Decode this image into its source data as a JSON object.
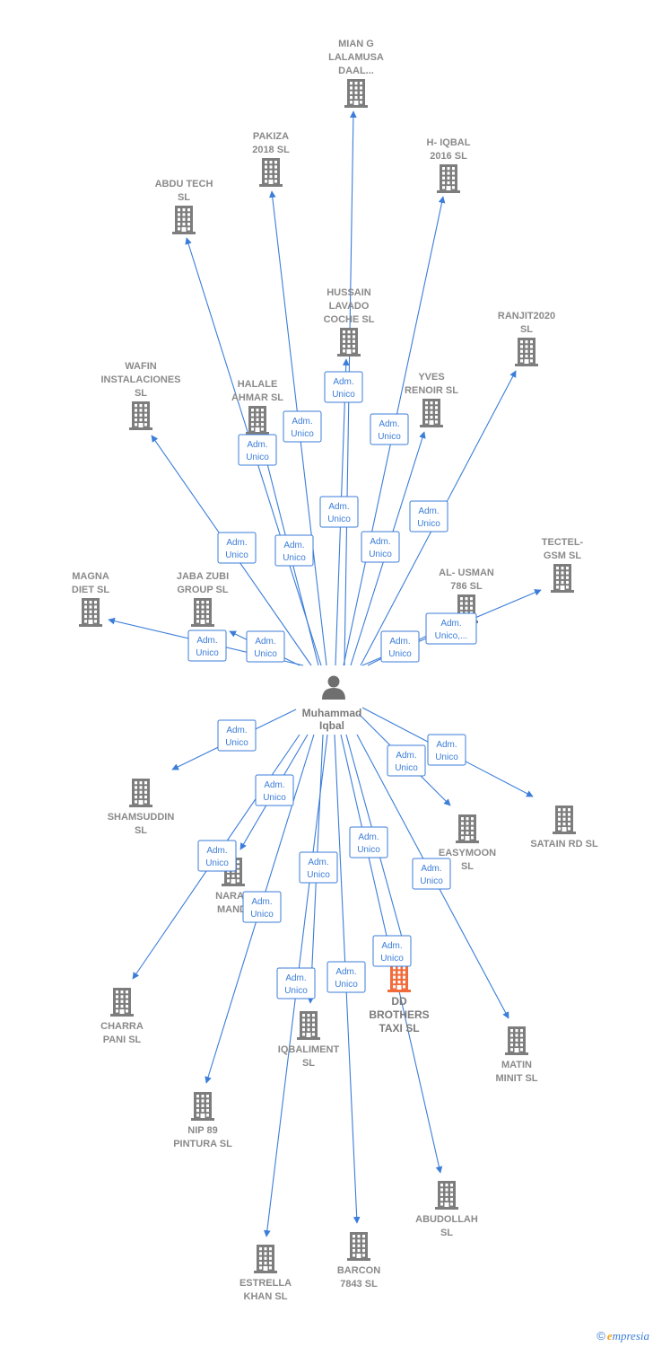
{
  "person": {
    "name_line1": "Muhammad",
    "name_line2": "Iqbal",
    "icon": "person-icon"
  },
  "edge_label": {
    "line1": "Adm.",
    "line2": "Unico"
  },
  "companies": [
    {
      "id": "mian",
      "lines": [
        "MIAN G",
        "LALAMUSA",
        "DAAL..."
      ],
      "icon": "building-icon",
      "highlight": false
    },
    {
      "id": "pakiza",
      "lines": [
        "PAKIZA",
        "2018  SL"
      ],
      "icon": "building-icon",
      "highlight": false
    },
    {
      "id": "hiqbal",
      "lines": [
        "H- IQBAL",
        "2016  SL"
      ],
      "icon": "building-icon",
      "highlight": false
    },
    {
      "id": "abdu",
      "lines": [
        "ABDU TECH",
        "SL"
      ],
      "icon": "building-icon",
      "highlight": false
    },
    {
      "id": "hussain",
      "lines": [
        "HUSSAIN",
        "LAVADO",
        "COCHE  SL"
      ],
      "icon": "building-icon",
      "highlight": false
    },
    {
      "id": "ranjit",
      "lines": [
        "RANJIT2020",
        "SL"
      ],
      "icon": "building-icon",
      "highlight": false
    },
    {
      "id": "wafin",
      "lines": [
        "WAFIN",
        "INSTALACIONES",
        "SL"
      ],
      "icon": "building-icon",
      "highlight": false
    },
    {
      "id": "halale",
      "lines": [
        "HALALE",
        "AHMAR  SL"
      ],
      "icon": "building-icon",
      "highlight": false
    },
    {
      "id": "yves",
      "lines": [
        "YVES",
        "RENOIR  SL"
      ],
      "icon": "building-icon",
      "highlight": false
    },
    {
      "id": "tectel",
      "lines": [
        "TECTEL-",
        "GSM  SL"
      ],
      "icon": "building-icon",
      "highlight": false
    },
    {
      "id": "magna",
      "lines": [
        "MAGNA",
        "DIET  SL"
      ],
      "icon": "building-icon",
      "highlight": false
    },
    {
      "id": "jaba",
      "lines": [
        "JABA ZUBI",
        "GROUP  SL"
      ],
      "icon": "building-icon",
      "highlight": false
    },
    {
      "id": "alusman",
      "lines": [
        "AL- USMAN",
        "786  SL"
      ],
      "icon": "building-icon",
      "highlight": false
    },
    {
      "id": "shamsuddin",
      "lines": [
        "SHAMSUDDIN",
        "SL"
      ],
      "icon": "building-icon",
      "highlight": false
    },
    {
      "id": "satain",
      "lines": [
        "SATAIN RD  SL"
      ],
      "icon": "building-icon",
      "highlight": false
    },
    {
      "id": "easymoon",
      "lines": [
        "EASYMOON",
        "SL"
      ],
      "icon": "building-icon",
      "highlight": false
    },
    {
      "id": "naran",
      "lines": [
        "NARAN",
        "MANDI"
      ],
      "icon": "building-icon",
      "highlight": false
    },
    {
      "id": "charra",
      "lines": [
        "CHARRA",
        "PANI  SL"
      ],
      "icon": "building-icon",
      "highlight": false
    },
    {
      "id": "dd",
      "lines": [
        "DD",
        "BROTHERS",
        "TAXI  SL"
      ],
      "icon": "building-icon",
      "highlight": true
    },
    {
      "id": "iqbaliment",
      "lines": [
        "IQBALIMENT",
        "SL"
      ],
      "icon": "building-icon",
      "highlight": false
    },
    {
      "id": "matin",
      "lines": [
        "MATIN",
        "MINIT  SL"
      ],
      "icon": "building-icon",
      "highlight": false
    },
    {
      "id": "nip89",
      "lines": [
        "NIP 89",
        "PINTURA  SL"
      ],
      "icon": "building-icon",
      "highlight": false
    },
    {
      "id": "abudollah",
      "lines": [
        "ABUDOLLAH",
        "SL"
      ],
      "icon": "building-icon",
      "highlight": false
    },
    {
      "id": "estrella",
      "lines": [
        "ESTRELLA",
        "KHAN  SL"
      ],
      "icon": "building-icon",
      "highlight": false
    },
    {
      "id": "barcon",
      "lines": [
        "BARCON",
        "7843  SL"
      ],
      "icon": "building-icon",
      "highlight": false
    }
  ],
  "edges": [
    {
      "to": "mian",
      "label": [
        "Adm.",
        "Unico"
      ]
    },
    {
      "to": "pakiza",
      "label": [
        "Adm.",
        "Unico"
      ]
    },
    {
      "to": "hiqbal",
      "label": [
        "Adm.",
        "Unico"
      ]
    },
    {
      "to": "abdu",
      "label": [
        "Adm.",
        "Unico"
      ]
    },
    {
      "to": "hussain",
      "label": [
        "Adm.",
        "Unico"
      ]
    },
    {
      "to": "ranjit",
      "label": [
        "Adm.",
        "Unico"
      ]
    },
    {
      "to": "wafin",
      "label": [
        "Adm.",
        "Unico"
      ]
    },
    {
      "to": "halale",
      "label": [
        "Adm.",
        "Unico"
      ]
    },
    {
      "to": "yves",
      "label": [
        "Adm.",
        "Unico"
      ]
    },
    {
      "to": "tectel",
      "label": [
        "Adm.",
        "Unico,..."
      ]
    },
    {
      "to": "magna",
      "label": [
        "Adm.",
        "Unico"
      ]
    },
    {
      "to": "jaba",
      "label": [
        "Adm.",
        "Unico"
      ]
    },
    {
      "to": "alusman",
      "label": [
        "Adm.",
        "Unico"
      ]
    },
    {
      "to": "shamsuddin",
      "label": [
        "Adm.",
        "Unico"
      ]
    },
    {
      "to": "satain",
      "label": [
        "Adm.",
        "Unico"
      ]
    },
    {
      "to": "easymoon",
      "label": [
        "Adm.",
        "Unico"
      ]
    },
    {
      "to": "naran",
      "label": [
        "Adm.",
        "Unico"
      ]
    },
    {
      "to": "charra",
      "label": [
        "Adm.",
        "Unico"
      ]
    },
    {
      "to": "dd",
      "label": [
        "Adm.",
        "Unico"
      ]
    },
    {
      "to": "iqbaliment",
      "label": [
        "Adm.",
        "Unico"
      ]
    },
    {
      "to": "matin",
      "label": [
        "Adm.",
        "Unico"
      ]
    },
    {
      "to": "nip89",
      "label": [
        "Adm.",
        "Unico"
      ]
    },
    {
      "to": "abudollah",
      "label": [
        "Adm.",
        "Unico"
      ]
    },
    {
      "to": "estrella",
      "label": [
        "Adm.",
        "Unico"
      ]
    },
    {
      "to": "barcon",
      "label": [
        "Adm.",
        "Unico"
      ]
    }
  ],
  "colors": {
    "edge": "#3b7dd8",
    "building": "#7d7d7d",
    "highlight": "#f26b3a",
    "person": "#6f6f6f"
  },
  "footer": {
    "copyright": "©",
    "brand_initial": "e",
    "brand_rest": "mpresia"
  }
}
